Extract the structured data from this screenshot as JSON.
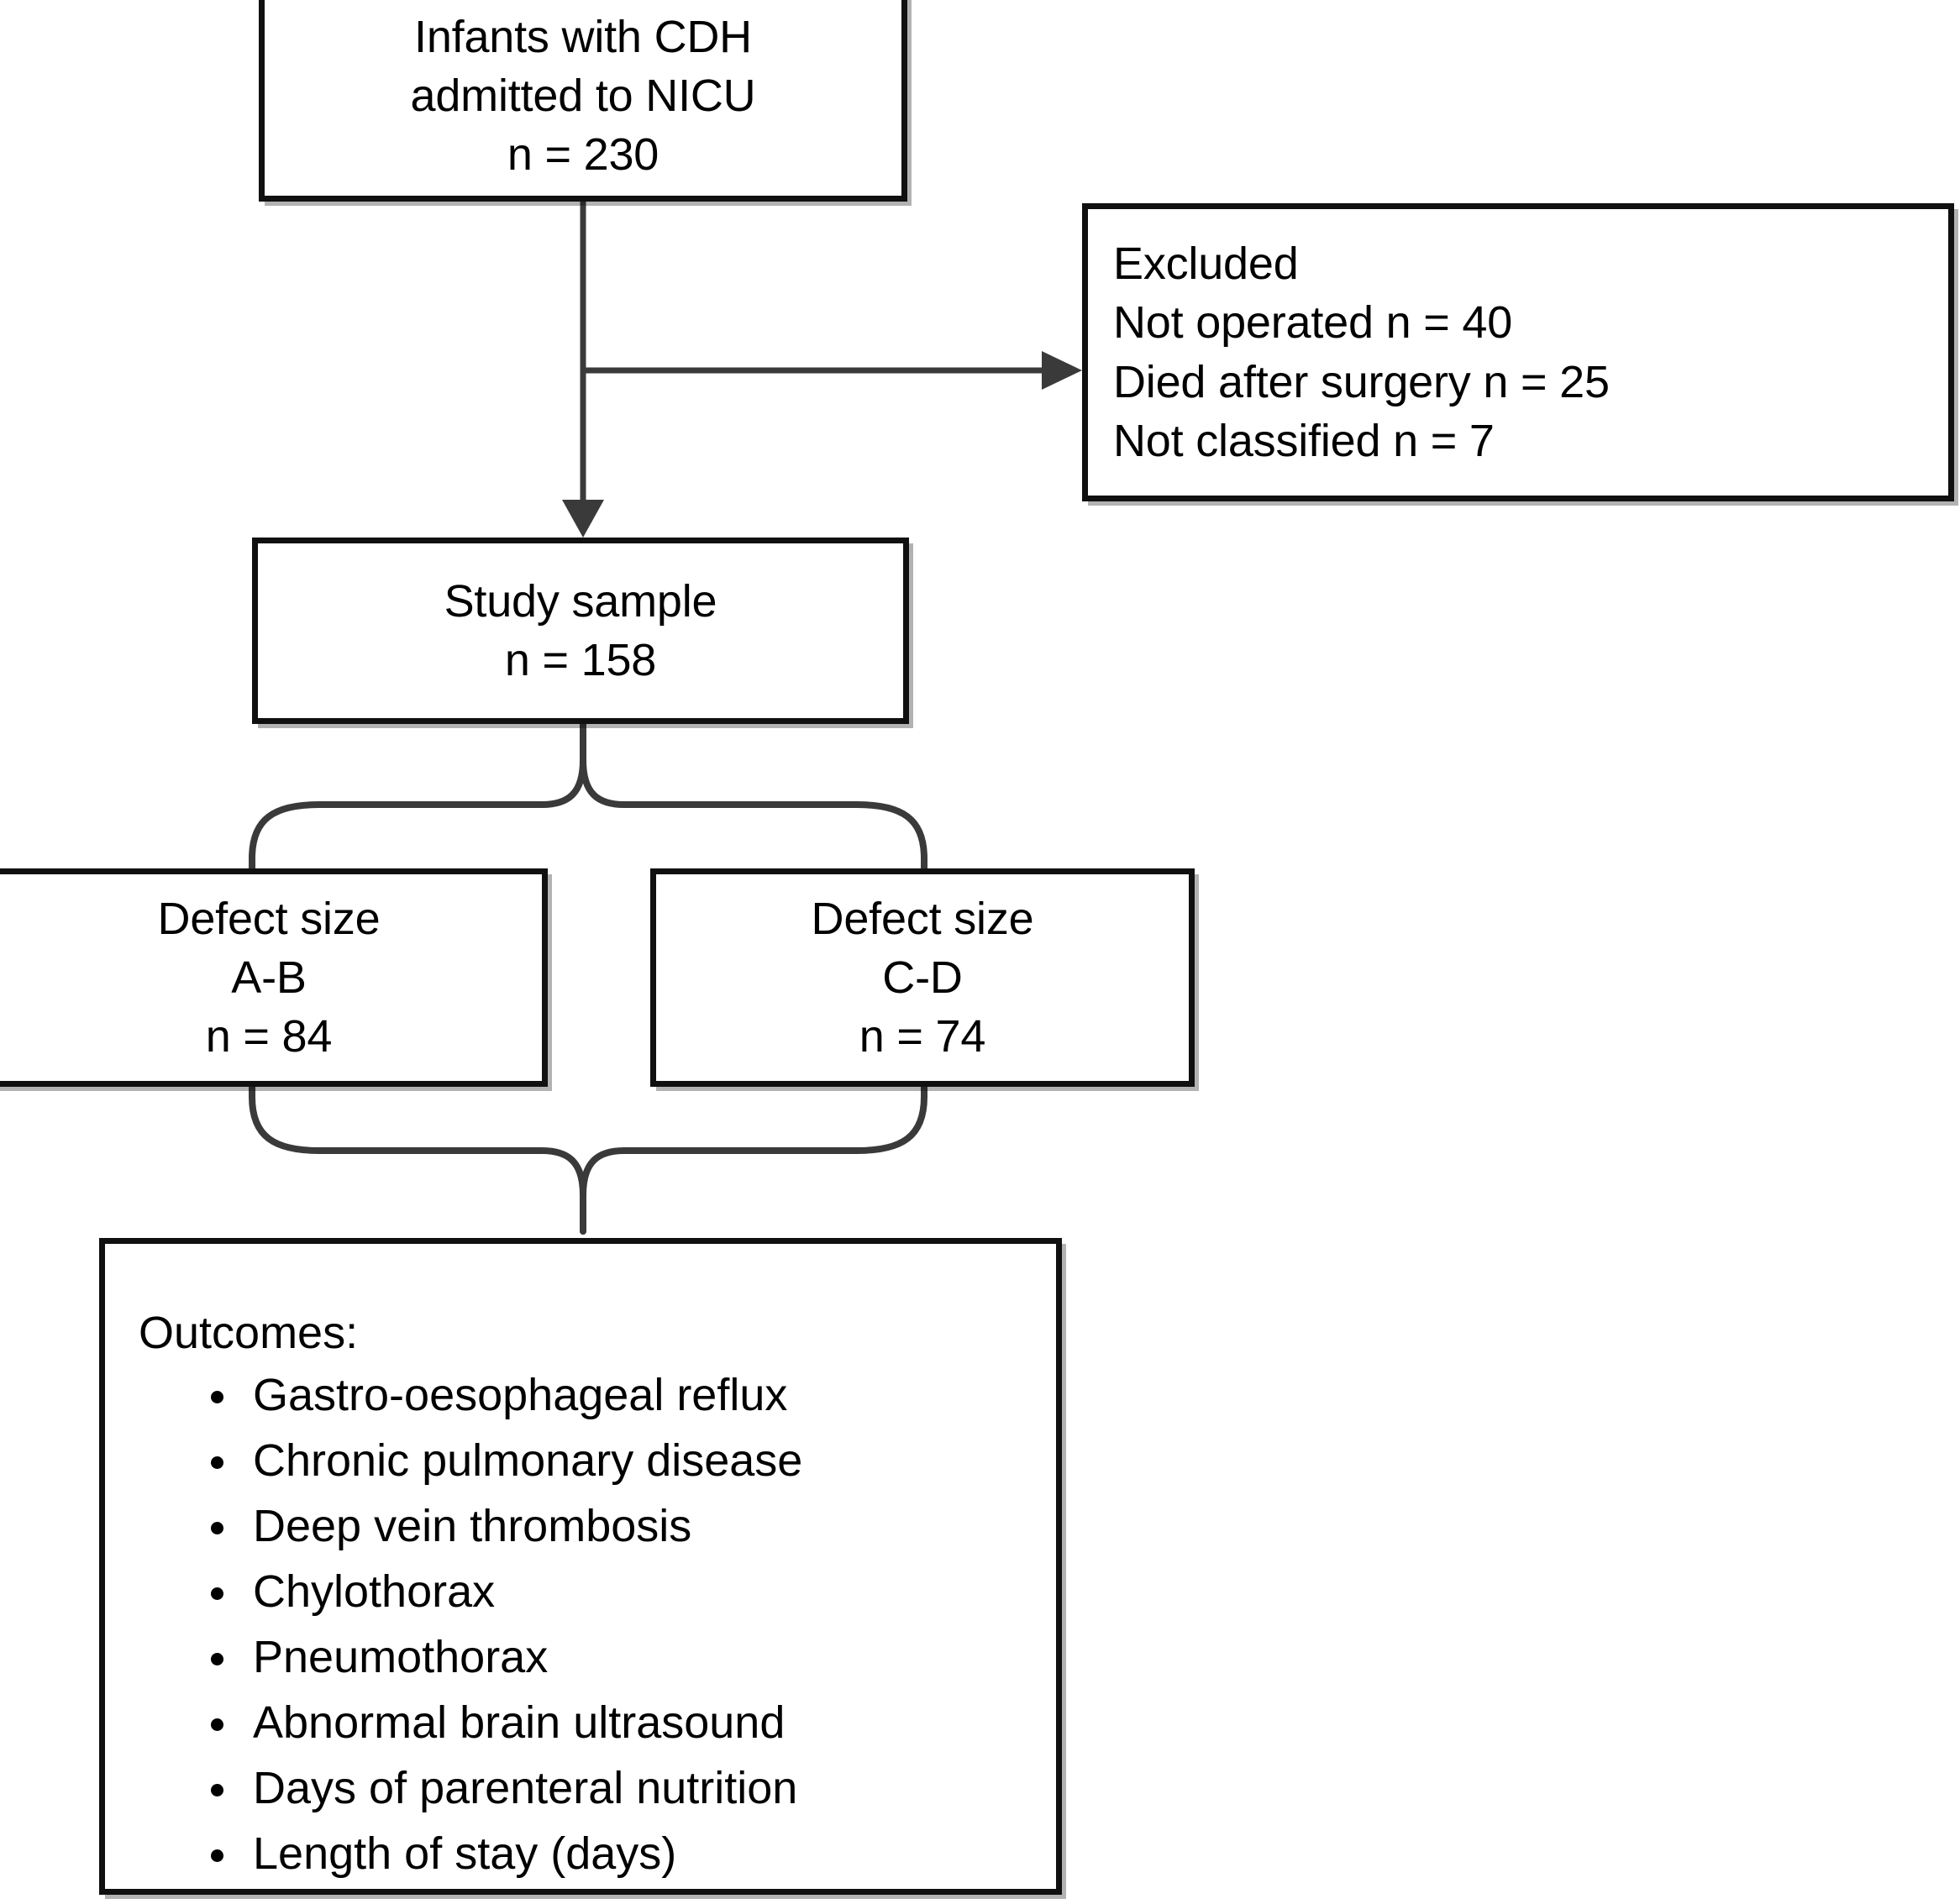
{
  "diagram": {
    "type": "flowchart",
    "title": "CDH study participant flow",
    "boxes": {
      "source": {
        "lines": [
          "Infants with CDH",
          "admitted to NICU",
          "n = 230"
        ]
      },
      "excluded": {
        "lines": [
          "Excluded",
          "Not operated n = 40",
          "Died after surgery n = 25",
          "Not classified n = 7"
        ]
      },
      "study_sample": {
        "lines": [
          "Study sample",
          "n = 158"
        ]
      },
      "defect_ab": {
        "lines": [
          "Defect size",
          "A-B",
          "n = 84"
        ]
      },
      "defect_cd": {
        "lines": [
          "Defect size",
          "C-D",
          "n = 74"
        ]
      },
      "outcomes": {
        "title": "Outcomes:",
        "items": [
          "Gastro-oesophageal reflux",
          "Chronic pulmonary disease",
          "Deep vein thrombosis",
          "Chylothorax",
          "Pneumothorax",
          "Abnormal brain ultrasound",
          "Days of parenteral nutrition",
          "Length of stay (days)"
        ]
      }
    },
    "connectors": [
      {
        "name": "source-to-study",
        "style": "arrow-down"
      },
      {
        "name": "source-to-excluded",
        "style": "arrow-right"
      },
      {
        "name": "study-to-defects",
        "style": "brace-split-down"
      },
      {
        "name": "defects-to-outcomes",
        "style": "brace-merge-down"
      }
    ],
    "colors": {
      "box_border": "#101010",
      "box_shadow": "#4d4d4d",
      "connector": "#3a3a3a",
      "background": "#ffffff",
      "text": "#000000"
    }
  }
}
